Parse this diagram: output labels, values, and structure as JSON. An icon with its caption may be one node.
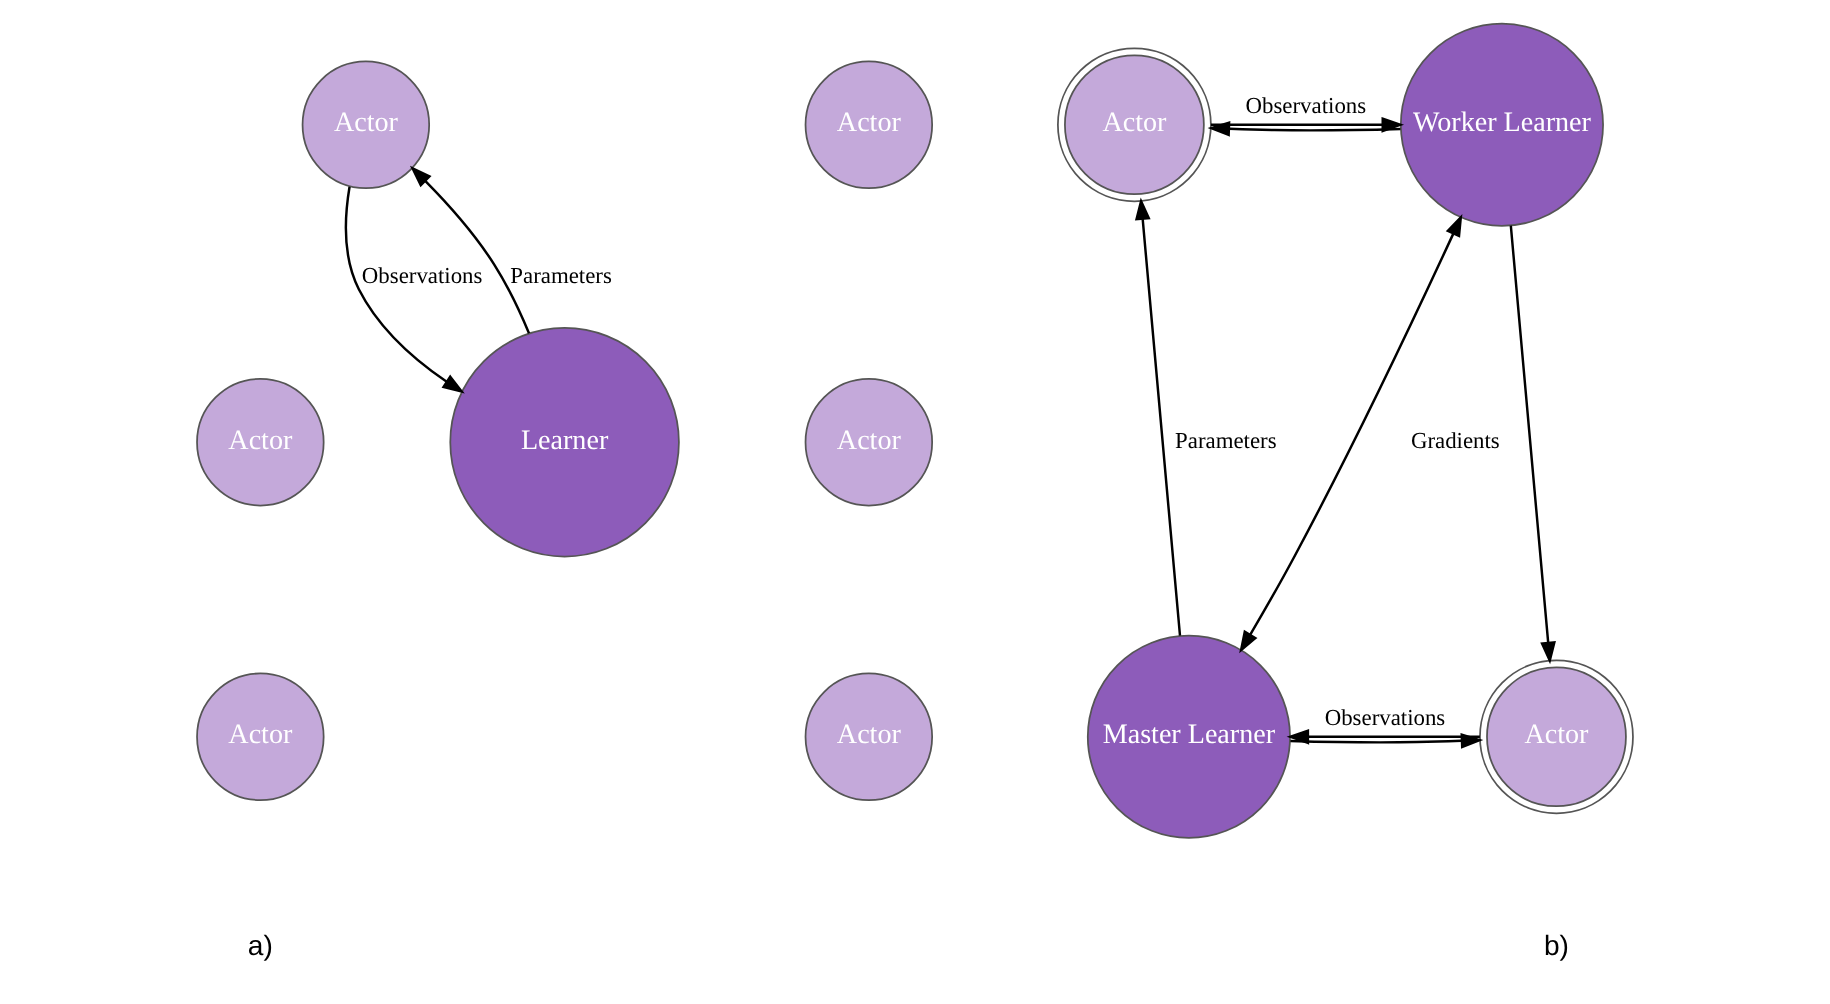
{
  "diagram": {
    "nodes": [
      {
        "text": [
          "Actor"
        ]
      },
      {
        "text": [
          "Actor"
        ]
      },
      {
        "text": [
          "Actor"
        ]
      },
      {
        "text": [
          "Learner"
        ]
      },
      {
        "text": [
          "Actor"
        ]
      },
      {
        "text": [
          "Actor"
        ]
      },
      {
        "text": [
          "Actor"
        ]
      },
      {
        "text": [
          "Actor"
        ]
      },
      {
        "text": [
          "Worker Learner"
        ]
      },
      {
        "text": [
          "Actor"
        ]
      },
      {
        "text": [
          "Master Learner"
        ]
      }
    ],
    "edges": [
      {
        "from": 0,
        "to": 3,
        "arrow": "to",
        "label": "Observations"
      },
      {
        "from": 3,
        "to": 0,
        "arrow": "to",
        "label": "Parameters"
      },
      {
        "from": 7,
        "to": 8,
        "arrow": "to",
        "label": "Observations"
      },
      {
        "from": 8,
        "to": 7,
        "arrow": "to"
      },
      {
        "from": 8,
        "to": 9,
        "arrow": "to"
      },
      {
        "from": 10,
        "to": 7,
        "arrow": "to",
        "label": "Parameters"
      },
      {
        "from": 8,
        "to": 10,
        "arrow": "both",
        "label": "Gradients"
      },
      {
        "from": 10,
        "to": 9,
        "arrow": "to"
      },
      {
        "from": 9,
        "to": 10,
        "arrow": "to",
        "label": "Observations"
      }
    ],
    "labels": [
      "a)",
      "b)"
    ]
  }
}
